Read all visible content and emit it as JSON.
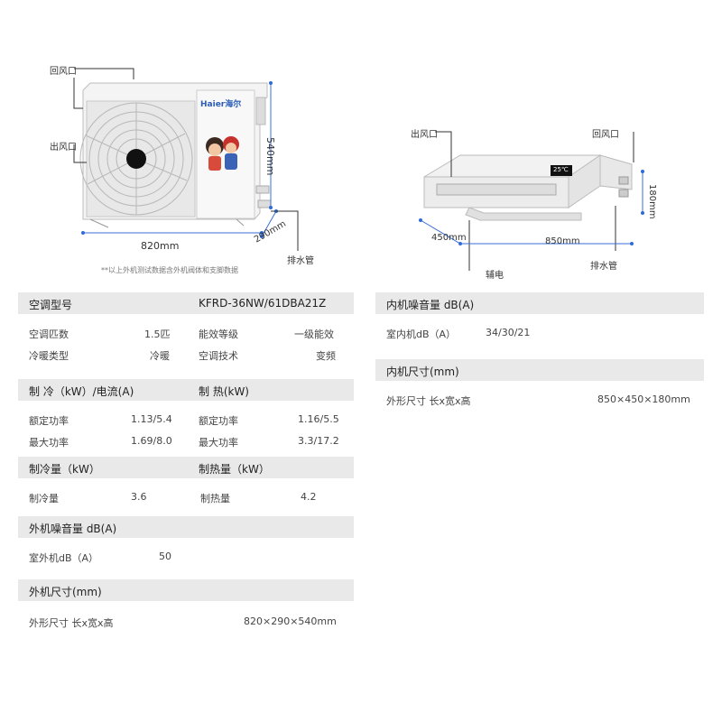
{
  "outdoor_diagram": {
    "return_air": "回风口",
    "outlet": "出风口",
    "brand": "Haier海尔",
    "width": "820mm",
    "depth": "290mm",
    "height": "540mm",
    "drain": "排水管",
    "note": "**以上外机测试数据含外机阀体和支脚数据"
  },
  "indoor_diagram": {
    "outlet": "出风口",
    "return_air": "回风口",
    "display": "25℃",
    "depth": "450mm",
    "width": "850mm",
    "height": "180mm",
    "aux_heat": "辅电",
    "drain": "排水管"
  },
  "spec": {
    "model_label": "空调型号",
    "model_value": "KFRD-36NW/61DBA21Z",
    "capacity_label": "空调匹数",
    "capacity_value": "1.5匹",
    "efficiency_label": "能效等级",
    "efficiency_value": "一级能效",
    "type_label": "冷暖类型",
    "type_value": "冷暖",
    "tech_label": "空调技术",
    "tech_value": "变频",
    "cool_header": "制 冷（kW）/电流(A)",
    "heat_header": "制 热(kW)",
    "cool_rated_label": "额定功率",
    "cool_rated_value": "1.13/5.4",
    "heat_rated_label": "额定功率",
    "heat_rated_value": "1.16/5.5",
    "cool_max_label": "最大功率",
    "cool_max_value": "1.69/8.0",
    "heat_max_label": "最大功率",
    "heat_max_value": "3.3/17.2",
    "cool_cap_header": "制冷量（kW）",
    "heat_cap_header": "制热量（kW）",
    "cool_cap_label": "制冷量",
    "cool_cap_value": "3.6",
    "heat_cap_label": "制热量",
    "heat_cap_value": "4.2",
    "out_noise_header": "外机噪音量 dB(A)",
    "out_noise_label": "室外机dB（A）",
    "out_noise_value": "50",
    "out_size_header": "外机尺寸(mm)",
    "out_size_label": "外形尺寸 长x宽x高",
    "out_size_value": "820×290×540mm",
    "in_noise_header": "内机噪音量 dB(A)",
    "in_noise_label": "室内机dB（A）",
    "in_noise_value": "34/30/21",
    "in_size_header": "内机尺寸(mm)",
    "in_size_label": "外形尺寸 长x宽x高",
    "in_size_value": "850×450×180mm"
  },
  "colors": {
    "header_bg": "#e9e9e9",
    "dim_line": "#3a6fd8",
    "dot": "#2f6bd6"
  }
}
